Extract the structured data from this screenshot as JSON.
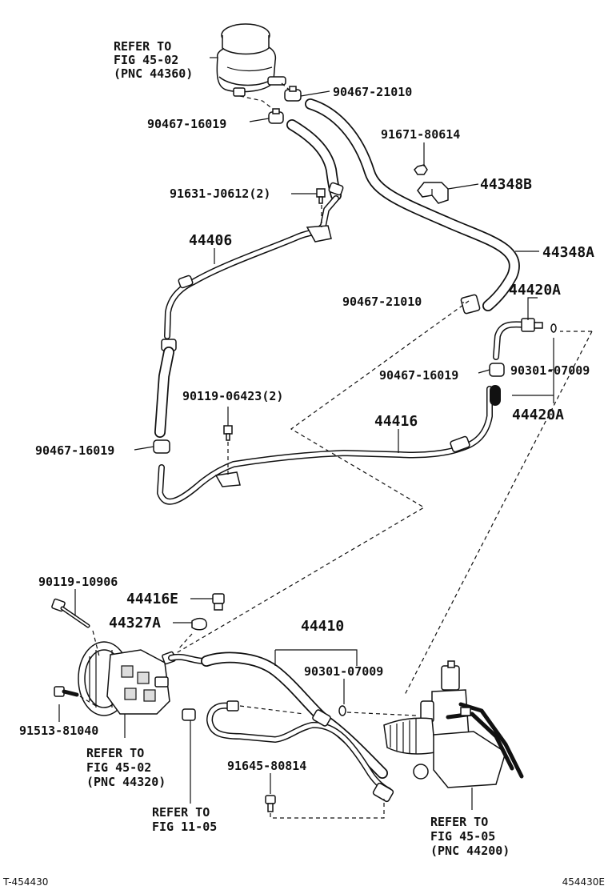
{
  "refs": {
    "reservoir": [
      "REFER TO",
      "FIG 45-02",
      "(PNC 44360)"
    ],
    "pump": [
      "REFER TO",
      "FIG 45-02",
      "(PNC 44320)"
    ],
    "fig11": [
      "REFER TO",
      "FIG 11-05"
    ],
    "gear": [
      "REFER TO",
      "FIG 45-05",
      "(PNC 44200)"
    ]
  },
  "labels": {
    "p90467_21010_top": "90467-21010",
    "p90467_16019_top": "90467-16019",
    "p91671_80614": "91671-80614",
    "p44348B": "44348B",
    "p91631_J0612": "91631-J0612(2)",
    "p44406": "44406",
    "p44348A": "44348A",
    "p44420A_top": "44420A",
    "p90467_21010_mid": "90467-21010",
    "p90467_16019_mid": "90467-16019",
    "p90301_07009_top": "90301-07009",
    "p44420A_bottom": "44420A",
    "p90119_06423": "90119-06423(2)",
    "p44416": "44416",
    "p90467_16019_left": "90467-16019",
    "p90119_10906": "90119-10906",
    "p44416E": "44416E",
    "p44327A": "44327A",
    "p44410": "44410",
    "p90301_07009_bottom": "90301-07009",
    "p91513_81040": "91513-81040",
    "p91645_80814": "91645-80814"
  },
  "footer": {
    "left": "T-454430",
    "right": "454430E"
  }
}
